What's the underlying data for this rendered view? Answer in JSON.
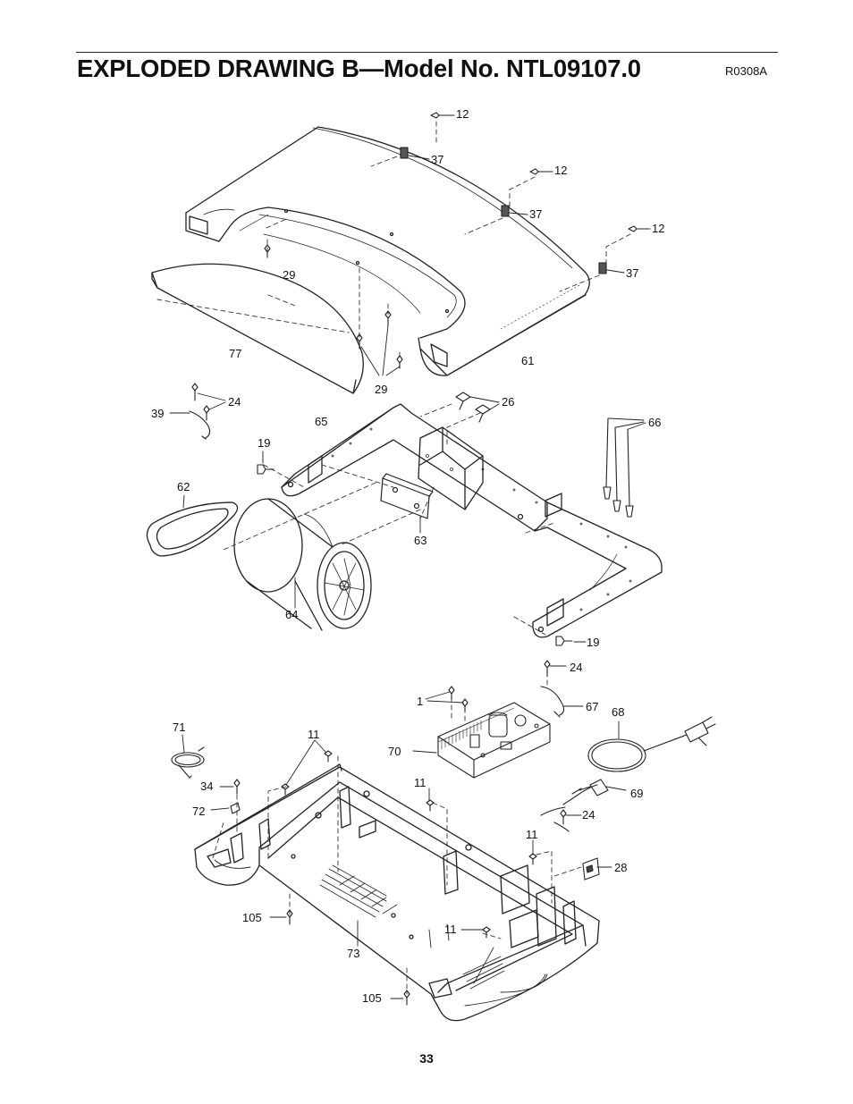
{
  "header": {
    "title": "EXPLODED DRAWING B—Model No. NTL09107.0",
    "drawing_code": "R0308A"
  },
  "footer": {
    "page_number": "33"
  },
  "callouts": [
    {
      "id": "c12a",
      "label": "12"
    },
    {
      "id": "c37a",
      "label": "37"
    },
    {
      "id": "c12b",
      "label": "12"
    },
    {
      "id": "c37b",
      "label": "37"
    },
    {
      "id": "c12c",
      "label": "12"
    },
    {
      "id": "c37c",
      "label": "37"
    },
    {
      "id": "c29a",
      "label": "29"
    },
    {
      "id": "c77",
      "label": "77"
    },
    {
      "id": "c29b",
      "label": "29"
    },
    {
      "id": "c61",
      "label": "61"
    },
    {
      "id": "c39",
      "label": "39"
    },
    {
      "id": "c24a",
      "label": "24"
    },
    {
      "id": "c26",
      "label": "26"
    },
    {
      "id": "c65",
      "label": "65"
    },
    {
      "id": "c66",
      "label": "66"
    },
    {
      "id": "c19a",
      "label": "19"
    },
    {
      "id": "c62",
      "label": "62"
    },
    {
      "id": "c63",
      "label": "63"
    },
    {
      "id": "c64",
      "label": "64"
    },
    {
      "id": "c19b",
      "label": "19"
    },
    {
      "id": "c24b",
      "label": "24"
    },
    {
      "id": "c1",
      "label": "1"
    },
    {
      "id": "c67",
      "label": "67"
    },
    {
      "id": "c68",
      "label": "68"
    },
    {
      "id": "c71",
      "label": "71"
    },
    {
      "id": "c11a",
      "label": "11"
    },
    {
      "id": "c70",
      "label": "70"
    },
    {
      "id": "c34",
      "label": "34"
    },
    {
      "id": "c11b",
      "label": "11"
    },
    {
      "id": "c69",
      "label": "69"
    },
    {
      "id": "c72",
      "label": "72"
    },
    {
      "id": "c24c",
      "label": "24"
    },
    {
      "id": "c11c",
      "label": "11"
    },
    {
      "id": "c28",
      "label": "28"
    },
    {
      "id": "c105a",
      "label": "105"
    },
    {
      "id": "c11d",
      "label": "11"
    },
    {
      "id": "c73",
      "label": "73"
    },
    {
      "id": "c105b",
      "label": "105"
    }
  ]
}
